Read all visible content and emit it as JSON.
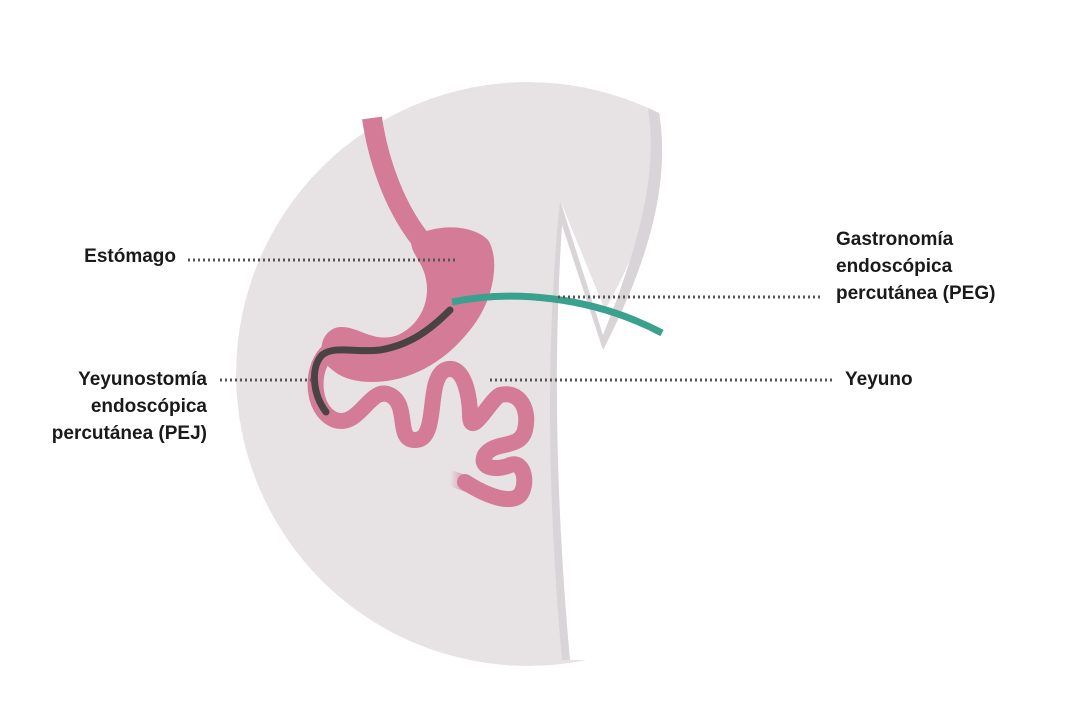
{
  "labels": {
    "estomago": "Estómago",
    "peg": [
      "Gastronomía",
      "endoscópica",
      "percutánea (PEG)"
    ],
    "pej": [
      "Yeyunostomía",
      "endoscópica",
      "percutánea (PEJ)"
    ],
    "yeyuno": "Yeyuno"
  },
  "colors": {
    "circle_fill": "#e7e3e5",
    "skin_white": "#ffffff",
    "organ_pink": "#d47c97",
    "peg_tube": "#3aa18e",
    "pej_tube": "#4a4345",
    "leader_line": "#555555",
    "label_text": "#1a1a1a"
  }
}
